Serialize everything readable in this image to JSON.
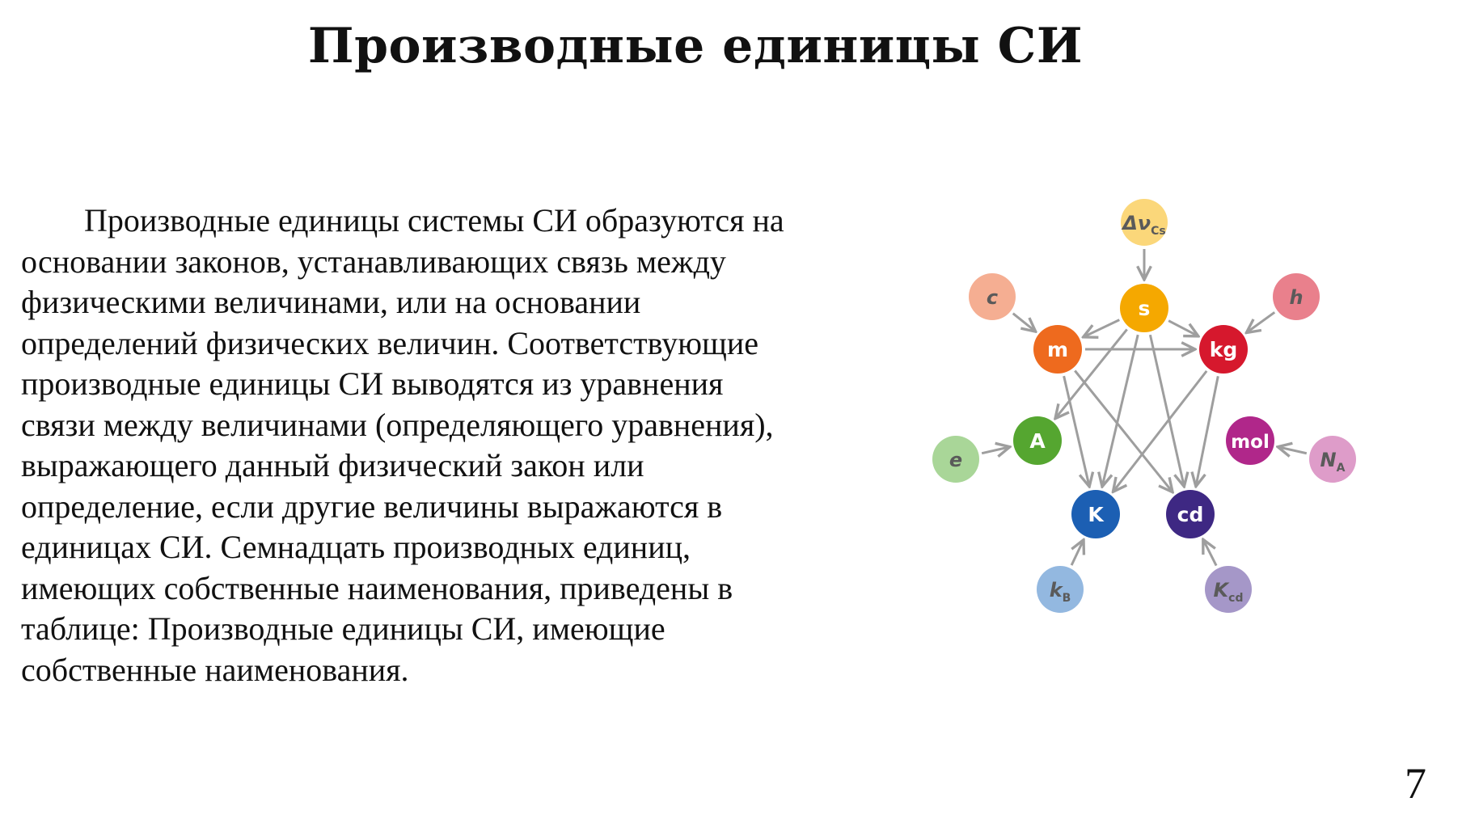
{
  "slide": {
    "title": "Производные единицы СИ",
    "paragraph_lines": [
      "Производные единицы системы СИ образуются на",
      "основании законов, устанавливающих связь между",
      "физическими величинами, или на основании",
      "определений физических величин. Соответствующие",
      "производные единицы СИ выводятся из уравнения",
      "связи между величинами (определяющего уравнения),",
      "выражающего данный физический закон или",
      "определение, если другие величины выражаются в",
      "единицах СИ. Семнадцать производных единиц,",
      "имеющих собственные наименования, приведены в",
      "таблице: Производные единицы СИ, имеющие",
      "собственные наименования."
    ],
    "page_number": "7"
  },
  "diagram": {
    "base_units": [
      {
        "id": "s",
        "label": "s",
        "color": "#F5A800"
      },
      {
        "id": "m",
        "label": "m",
        "color": "#EE6A1E"
      },
      {
        "id": "kg",
        "label": "kg",
        "color": "#D6182D"
      },
      {
        "id": "A",
        "label": "A",
        "color": "#55A630"
      },
      {
        "id": "mol",
        "label": "mol",
        "color": "#B0278A"
      },
      {
        "id": "K",
        "label": "K",
        "color": "#1C5FB3"
      },
      {
        "id": "cd",
        "label": "cd",
        "color": "#3E2883"
      }
    ],
    "constants": [
      {
        "id": "dnu",
        "label": "Δν",
        "sub": "Cs",
        "color": "#FBD77A"
      },
      {
        "id": "c",
        "label": "c",
        "sub": "",
        "color": "#F5AE92"
      },
      {
        "id": "h",
        "label": "h",
        "sub": "",
        "color": "#E9808C"
      },
      {
        "id": "e",
        "label": "e",
        "sub": "",
        "color": "#A9D698"
      },
      {
        "id": "NA",
        "label": "N",
        "sub": "A",
        "color": "#DE9CC9"
      },
      {
        "id": "kB",
        "label": "k",
        "sub": "B",
        "color": "#93B8E0"
      },
      {
        "id": "Kcd",
        "label": "K",
        "sub": "cd",
        "color": "#A597C8"
      }
    ],
    "edges": [
      [
        "dnu",
        "s"
      ],
      [
        "c",
        "m"
      ],
      [
        "h",
        "kg"
      ],
      [
        "e",
        "A"
      ],
      [
        "NA",
        "mol"
      ],
      [
        "kB",
        "K"
      ],
      [
        "Kcd",
        "cd"
      ],
      [
        "s",
        "m"
      ],
      [
        "s",
        "kg"
      ],
      [
        "m",
        "kg"
      ],
      [
        "s",
        "A"
      ],
      [
        "s",
        "K"
      ],
      [
        "s",
        "cd"
      ],
      [
        "m",
        "K"
      ],
      [
        "m",
        "cd"
      ],
      [
        "kg",
        "K"
      ],
      [
        "kg",
        "cd"
      ]
    ],
    "edge_color": "#9E9E9E"
  }
}
